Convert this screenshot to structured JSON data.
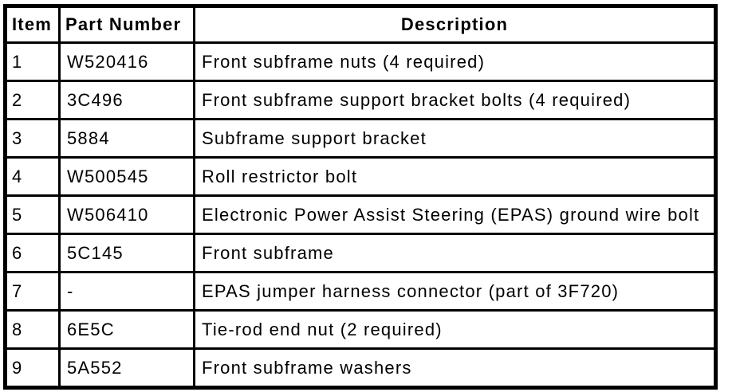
{
  "page": {
    "background_color": "#ffffff",
    "text_color": "#000000",
    "border_color": "#000000"
  },
  "parts_table": {
    "columns": [
      {
        "label": "Item"
      },
      {
        "label": "Part Number"
      },
      {
        "label": "Description"
      }
    ],
    "rows": [
      {
        "item": "1",
        "part_number": "W520416",
        "description": "Front subframe nuts (4 required)"
      },
      {
        "item": "2",
        "part_number": "3C496",
        "description": "Front subframe support bracket bolts (4 required)"
      },
      {
        "item": "3",
        "part_number": "5884",
        "description": "Subframe support bracket"
      },
      {
        "item": "4",
        "part_number": "W500545",
        "description": "Roll restrictor bolt"
      },
      {
        "item": "5",
        "part_number": "W506410",
        "description": "Electronic Power Assist Steering (EPAS) ground wire bolt"
      },
      {
        "item": "6",
        "part_number": "5C145",
        "description": "Front subframe"
      },
      {
        "item": "7",
        "part_number": "-",
        "description": "EPAS jumper harness connector (part of 3F720)"
      },
      {
        "item": "8",
        "part_number": "6E5C",
        "description": "Tie-rod end nut (2 required)"
      },
      {
        "item": "9",
        "part_number": "5A552",
        "description": "Front subframe washers"
      }
    ]
  }
}
